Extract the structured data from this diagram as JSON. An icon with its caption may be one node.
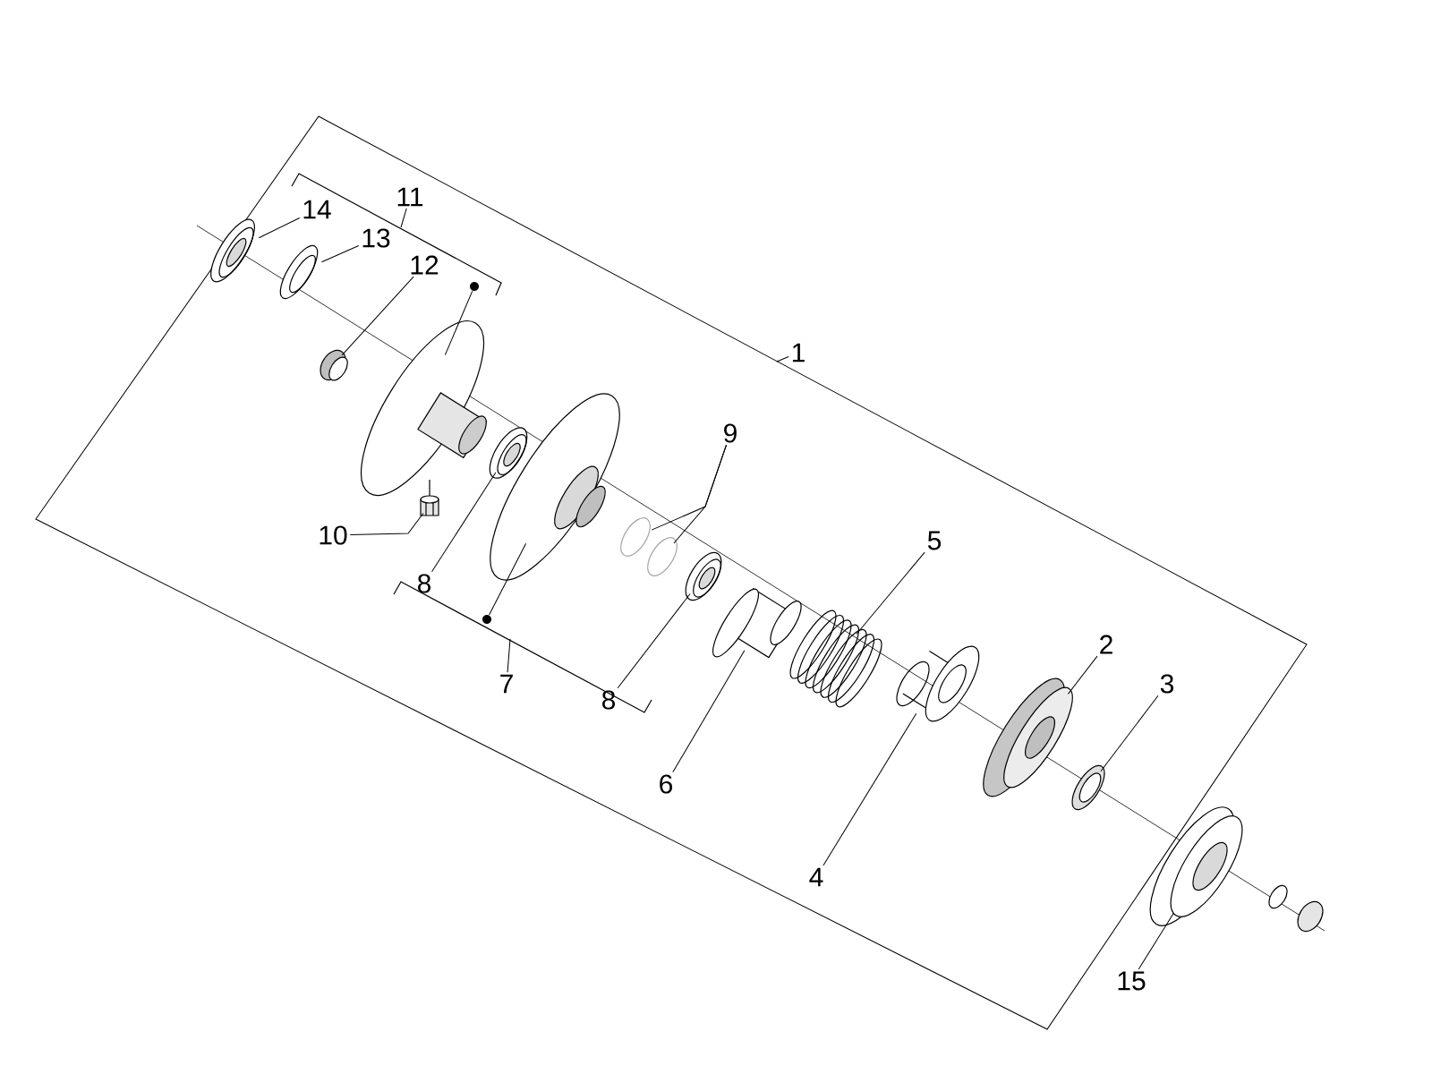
{
  "diagram": {
    "nodes": [
      {
        "text": [
          "11"
        ]
      },
      {
        "text": [
          "14"
        ]
      },
      {
        "text": [
          "13"
        ]
      },
      {
        "text": [
          "12"
        ]
      },
      {
        "text": [
          "1"
        ]
      },
      {
        "text": [
          "9"
        ]
      },
      {
        "text": [
          "10"
        ]
      },
      {
        "text": [
          "5"
        ]
      },
      {
        "text": [
          "8"
        ]
      },
      {
        "text": [
          "2"
        ]
      },
      {
        "text": [
          "3"
        ]
      },
      {
        "text": [
          "7"
        ]
      },
      {
        "text": [
          "8"
        ]
      },
      {
        "text": [
          "6"
        ]
      },
      {
        "text": [
          "4"
        ]
      },
      {
        "text": [
          "15"
        ]
      },
      {
        "text": [],
        "shape": "picture"
      },
      {
        "text": [],
        "shape": "picture"
      },
      {
        "text": [],
        "shape": "picture"
      },
      {
        "text": [],
        "shape": "picture"
      },
      {
        "text": [],
        "shape": "picture"
      },
      {
        "text": [],
        "shape": "picture"
      },
      {
        "text": [],
        "shape": "picture"
      },
      {
        "text": [],
        "shape": "picture"
      },
      {
        "text": [],
        "shape": "picture"
      },
      {
        "text": [],
        "shape": "picture"
      },
      {
        "text": [],
        "shape": "picture"
      },
      {
        "text": [],
        "shape": "picture"
      },
      {
        "text": [],
        "shape": "picture"
      },
      {
        "text": [],
        "shape": "picture"
      },
      {
        "text": [],
        "shape": "picture"
      },
      {
        "text": [],
        "shape": "picture"
      },
      {
        "text": [],
        "shape": "circle"
      },
      {
        "text": [],
        "shape": "circle"
      }
    ],
    "edges": [
      {
        "from": 0,
        "to": null,
        "arrow": "none"
      },
      {
        "from": 1,
        "to": 16,
        "arrow": "none"
      },
      {
        "from": 2,
        "to": 17,
        "arrow": "none"
      },
      {
        "from": 3,
        "to": 18,
        "arrow": "none"
      },
      {
        "from": 4,
        "to": null,
        "arrow": "none"
      },
      {
        "from": 5,
        "to": 21,
        "arrow": "none"
      },
      {
        "from": 5,
        "to": 22,
        "arrow": "none"
      },
      {
        "from": 6,
        "to": 19,
        "arrow": "none"
      },
      {
        "from": 7,
        "to": 25,
        "arrow": "none"
      },
      {
        "from": 8,
        "to": 20,
        "arrow": "none"
      },
      {
        "from": 9,
        "to": 27,
        "arrow": "none"
      },
      {
        "from": 10,
        "to": 28,
        "arrow": "none"
      },
      {
        "from": 11,
        "to": null,
        "arrow": "none"
      },
      {
        "from": 12,
        "to": 23,
        "arrow": "none"
      },
      {
        "from": 13,
        "to": 24,
        "arrow": "none"
      },
      {
        "from": 14,
        "to": 26,
        "arrow": "none"
      },
      {
        "from": 15,
        "to": 29,
        "arrow": "none"
      },
      {
        "from": 32,
        "to": 30,
        "arrow": "none"
      },
      {
        "from": 33,
        "to": 31,
        "arrow": "none"
      }
    ]
  }
}
